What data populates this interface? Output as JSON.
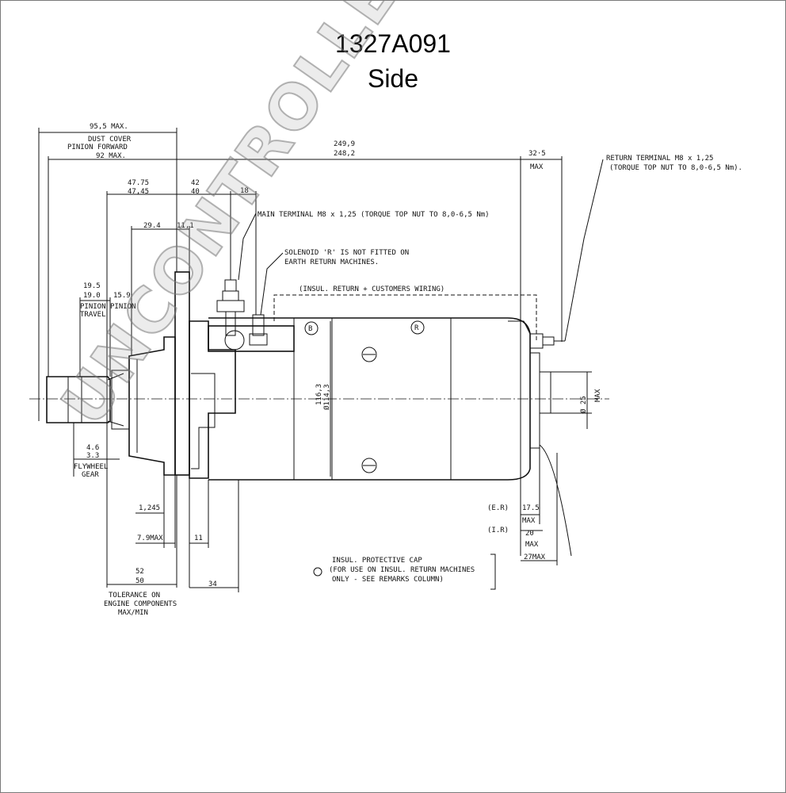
{
  "header": {
    "part_number": "1327A091",
    "view": "Side"
  },
  "watermark": "UNCONTROLLED COPY",
  "dimensions": {
    "d95_5": "95,5 MAX.",
    "dust_cover_1": "DUST COVER",
    "dust_cover_2": "PINION FORWARD",
    "d92": "92 MAX.",
    "d249_9": "249,9",
    "d248_2": "248,2",
    "d32_5": "32·5",
    "max": "MAX",
    "d47_75": "47.75",
    "d47_45": "47,45",
    "d42": "42",
    "d40": "40",
    "d18": "18",
    "d29_4": "29.4",
    "d11_1": "11,1",
    "d19_5": "19.5",
    "d19_0": "19.0",
    "d15_9": "15.9",
    "pinion_travel_1": "PINION",
    "pinion_travel_2": "TRAVEL",
    "pinion": "PINION",
    "d4_6": "4.6",
    "d3_3": "3.3",
    "flywheel_1": "FLYWHEEL",
    "flywheel_2": "GEAR",
    "d1_245": "1,245",
    "d7_9max": "7.9MAX",
    "d11": "11",
    "d52": "52",
    "d50": "50",
    "d34": "34",
    "tol_1": "TOLERANCE ON",
    "tol_2": "ENGINE COMPONENTS",
    "tol_3": "MAX/MIN",
    "d116_3": "116,3",
    "d114_3": "Ø114,3",
    "d25max": "Ø 25",
    "d25max_2": "MAX",
    "er": "(E.R)",
    "ir": "(I.R)",
    "d17_5": "17.5",
    "d17_5_max": "MAX",
    "d20": "20",
    "d20_max": "MAX",
    "d27max": "27MAX"
  },
  "labels": {
    "main_terminal": "MAIN TERMINAL M8 x 1,25  (TORQUE TOP NUT TO 8,0-6,5 Nm)",
    "solenoid_1": "SOLENOID 'R' IS NOT FITTED ON",
    "solenoid_2": "EARTH RETURN MACHINES.",
    "insul_return": "(INSUL. RETURN + CUSTOMERS WIRING)",
    "return_terminal_1": "RETURN TERMINAL M8 x 1,25",
    "return_terminal_2": "(TORQUE TOP NUT TO 8,0-6,5 Nm).",
    "cap_1": "INSUL. PROTECTIVE CAP",
    "cap_2": "(FOR USE ON INSUL. RETURN MACHINES",
    "cap_3": "ONLY - SEE REMARKS COLUMN)",
    "mark_b": "B",
    "mark_r": "R"
  }
}
